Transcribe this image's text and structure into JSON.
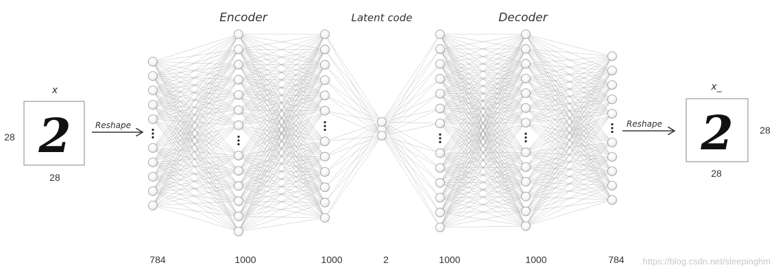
{
  "titles": {
    "encoder": "Encoder",
    "latent": "Latent code",
    "decoder": "Decoder"
  },
  "input": {
    "symbol": "x",
    "digit": "2",
    "height_label": "28",
    "width_label": "28"
  },
  "output": {
    "symbol": "x_",
    "digit": "2",
    "height_label": "28",
    "width_label": "28"
  },
  "arrows": {
    "in_label": "Reshape",
    "out_label": "Reshape"
  },
  "layers": [
    {
      "size_label": "784"
    },
    {
      "size_label": "1000"
    },
    {
      "size_label": "1000"
    },
    {
      "size_label": "2"
    },
    {
      "size_label": "1000"
    },
    {
      "size_label": "1000"
    },
    {
      "size_label": "784"
    }
  ],
  "watermark": "https://blog.csdn.net/sleepinghm",
  "colors": {
    "edge": "#8a8a8a",
    "node_stroke": "#9a9a9a",
    "text": "#333333"
  }
}
